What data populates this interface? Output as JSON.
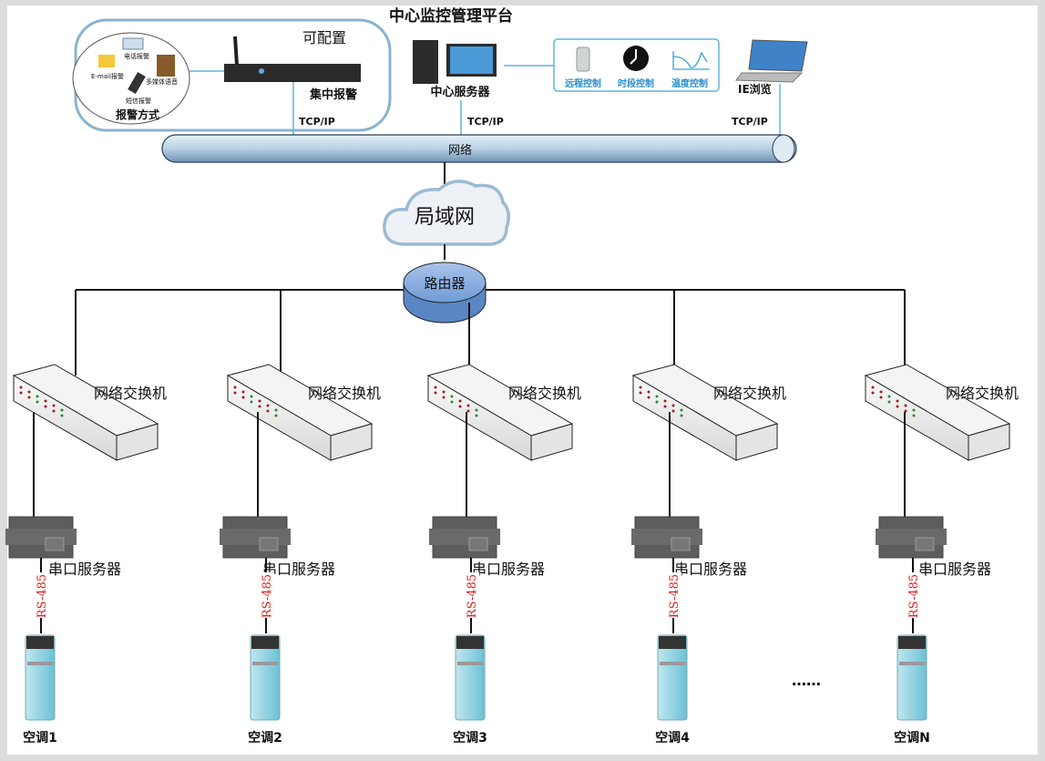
{
  "title": "中心监控管理平台",
  "alarm_group": {
    "configurable_label": "可配置",
    "device_label": "集中报警",
    "methods_label": "报警方式",
    "methods": [
      "电话报警",
      "E-mail报警",
      "多媒体语音",
      "短信报警"
    ],
    "protocol": "TCP/IP"
  },
  "server": {
    "label": "中心服务器",
    "protocol": "TCP/IP"
  },
  "controls": [
    {
      "label": "远程控制",
      "icon": "remote-control-icon"
    },
    {
      "label": "时段控制",
      "icon": "clock-icon"
    },
    {
      "label": "温度控制",
      "icon": "temperature-curve-icon"
    }
  ],
  "browser": {
    "label": "IE浏览",
    "protocol": "TCP/IP"
  },
  "network_bus_label": "网络",
  "lan_label": "局域网",
  "router_label": "路由器",
  "columns": [
    {
      "switch_label": "网络交换机",
      "serial_label": "串口服务器",
      "link_label": "RS-485",
      "ac_label": "空调1"
    },
    {
      "switch_label": "网络交换机",
      "serial_label": "串口服务器",
      "link_label": "RS-485",
      "ac_label": "空调2"
    },
    {
      "switch_label": "网络交换机",
      "serial_label": "串口服务器",
      "link_label": "RS-485",
      "ac_label": "空调3"
    },
    {
      "switch_label": "网络交换机",
      "serial_label": "串口服务器",
      "link_label": "RS-485",
      "ac_label": "空调4"
    },
    {
      "switch_label": "网络交换机",
      "serial_label": "串口服务器",
      "link_label": "RS-485",
      "ac_label": "空调N"
    }
  ],
  "ellipsis": "……",
  "colors": {
    "accent_blue": "#5fb4e0",
    "rs485_red": "#e02020",
    "ac_body": "#8fd3e0"
  }
}
